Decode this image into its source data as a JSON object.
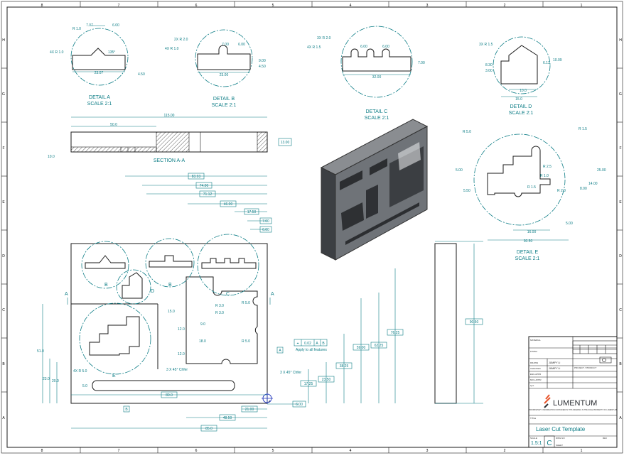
{
  "border": {
    "columns": [
      "8",
      "7",
      "6",
      "5",
      "4",
      "3",
      "2",
      "1"
    ],
    "rows": [
      "H",
      "G",
      "F",
      "E",
      "D",
      "C",
      "B",
      "A"
    ]
  },
  "details": {
    "a": {
      "label": "DETAIL A",
      "scale": "SCALE 2:1",
      "dims": [
        "R 1.0",
        "4X R 1.0",
        "7.07",
        "6.00",
        "135°",
        "23.07",
        "4.50"
      ]
    },
    "b": {
      "label": "DETAIL B",
      "scale": "SCALE 2:1",
      "dims": [
        "2X R 2.0",
        "4X R 1.0",
        "7.00",
        "6.00",
        "9.00",
        "4.50",
        "23.00"
      ]
    },
    "c": {
      "label": "DETAIL C",
      "scale": "SCALE 2:1",
      "dims": [
        "3X R 2.0",
        "4X R 1.5",
        "6.00",
        "6.00",
        "7.00",
        "32.00"
      ]
    },
    "d": {
      "label": "DETAIL D",
      "scale": "SCALE 2:1",
      "dims": [
        "3X R 1.5",
        "8.30",
        "3.00",
        "6.13",
        "10.09",
        "10.0",
        "15.0"
      ]
    },
    "e": {
      "label": "DETAIL E",
      "scale": "SCALE 2:1",
      "dims": [
        "R 5.0",
        "R 1.5",
        "R 2.5",
        "R 1.0",
        "R 1.5",
        "R 2.0",
        "5.00",
        "5.50",
        "8.00",
        "14.00",
        "25.00",
        "16.00",
        "5.00",
        "30.50"
      ]
    }
  },
  "section": {
    "label": "SECTION A-A",
    "dims": [
      "115.00",
      "50.0",
      "10.0",
      "13.00"
    ]
  },
  "main_view": {
    "top_dims": [
      "83.93",
      "74.00",
      "71.12",
      "46.00",
      "17.50",
      "7.00",
      "6.00"
    ],
    "right_dims": [
      "76.25",
      "62.25",
      "59.00",
      "38.25",
      "23.50",
      "17.25"
    ],
    "bottom_dims": [
      "80.0",
      "85.0",
      "48.50",
      "21.00",
      "6.00"
    ],
    "left_dims": [
      "51.0",
      "23.0",
      "20.0",
      "5.0"
    ],
    "misc": [
      "4X R 5.0",
      "R 3.0",
      "R 3.0",
      "R 5.0",
      "R 5.0",
      "3 X 45° Chfer",
      "3 X 45° Chfer",
      "15.0",
      "12.0",
      "9.0",
      "18.0",
      "12.0"
    ],
    "markers": [
      "A",
      "A",
      "B",
      "C",
      "D",
      "E",
      "B"
    ],
    "fcf": {
      "symbol": "⌖",
      "tolerance": "0.02",
      "datum1": "A",
      "datum2": "B",
      "note": "Apply to all features"
    },
    "datum_a": "A"
  },
  "side_view": {
    "dim": "90.50"
  },
  "title_block": {
    "company": "LUMENTUM",
    "title": "Laser Cut Template",
    "scale": "1.5:1",
    "size": "C",
    "drawn_by": "JUMIFY Li",
    "checked_by": "JUMIFY Li",
    "labels": [
      "MATERIAL",
      "FINISH",
      "DRAWN",
      "CHECKED",
      "ENG APPR",
      "MFG APPR",
      "Q.A.",
      "PROJECT / PRODUCT",
      "TITLE",
      "SIZE",
      "DWG NO",
      "REV",
      "SCALE",
      "SHEET"
    ],
    "proprietary": "PROPRIETARY: INFORMATION CONTAINED IN THIS DRAWING IS THE SOLE PROPERTY OF LUMENTUM"
  },
  "colors": {
    "dimension": "#0d7d86",
    "line": "#1a1a1a",
    "logo_accent": "#e8542b"
  }
}
